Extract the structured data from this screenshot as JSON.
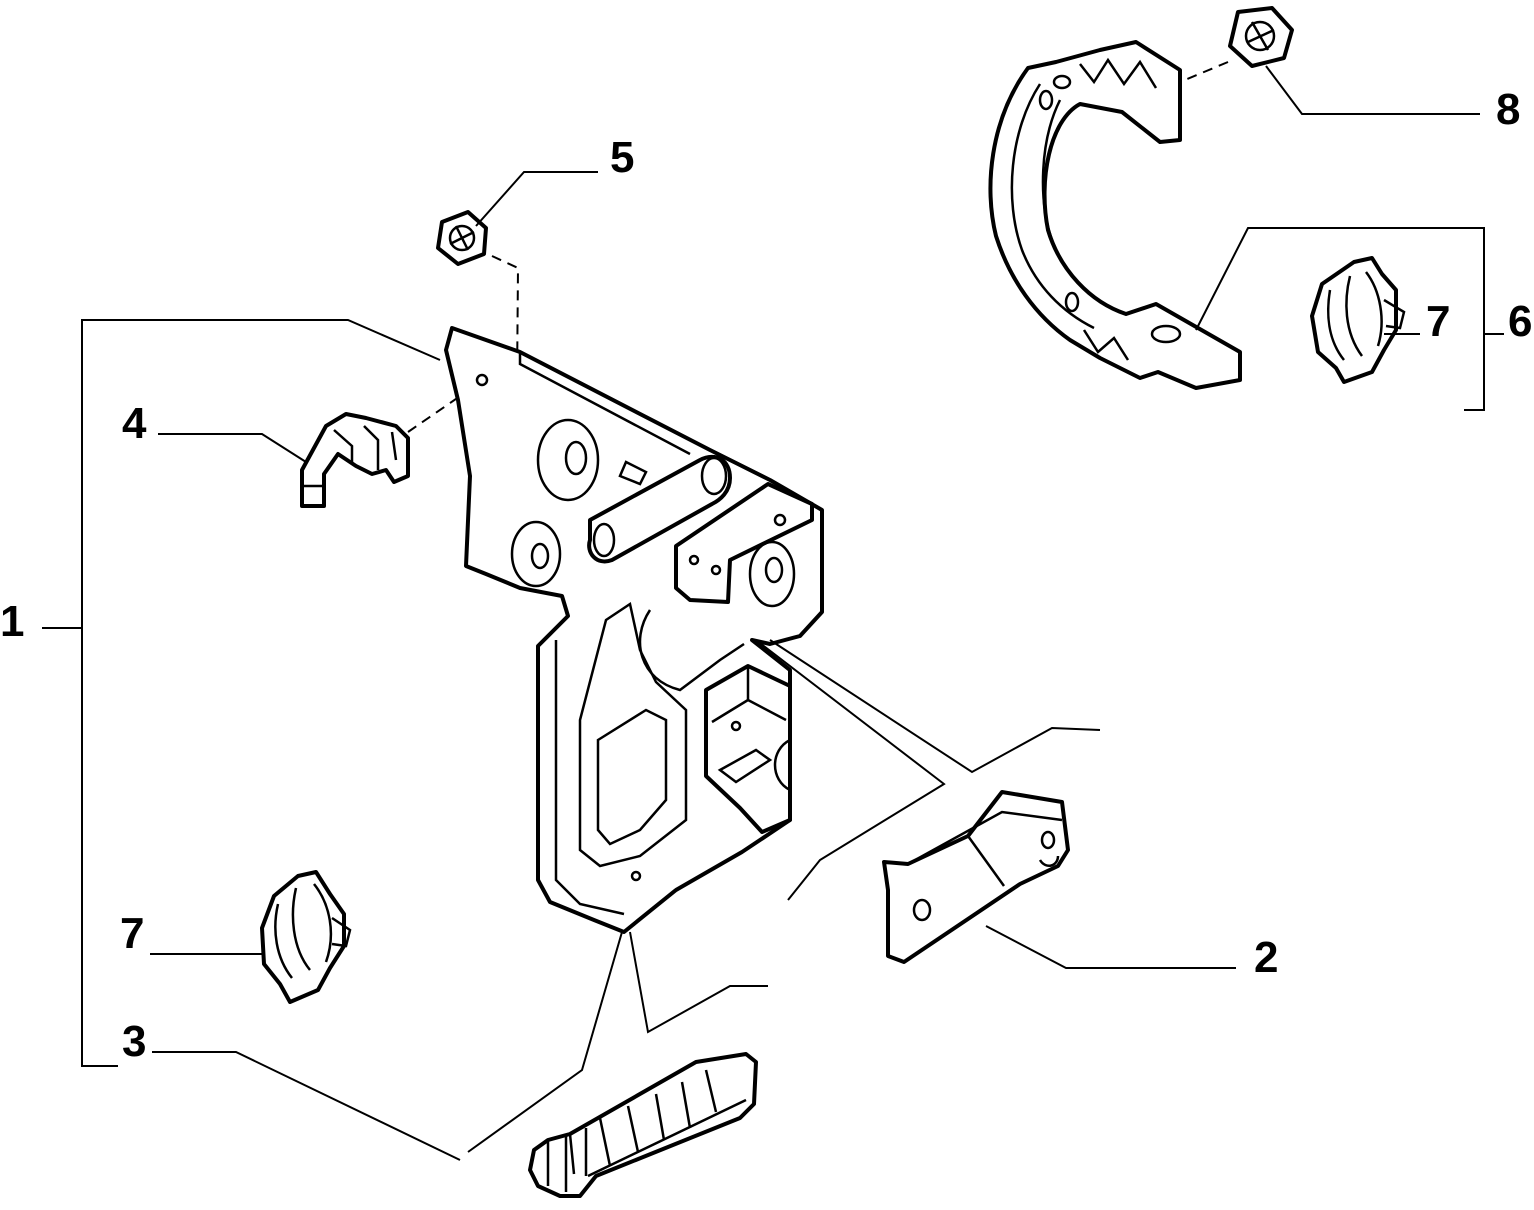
{
  "callouts": [
    {
      "id": "1",
      "label": "1"
    },
    {
      "id": "2",
      "label": "2"
    },
    {
      "id": "3",
      "label": "3"
    },
    {
      "id": "4",
      "label": "4"
    },
    {
      "id": "5",
      "label": "5"
    },
    {
      "id": "6",
      "label": "6"
    },
    {
      "id": "7a",
      "label": "7"
    },
    {
      "id": "7b",
      "label": "7"
    },
    {
      "id": "8",
      "label": "8"
    }
  ]
}
